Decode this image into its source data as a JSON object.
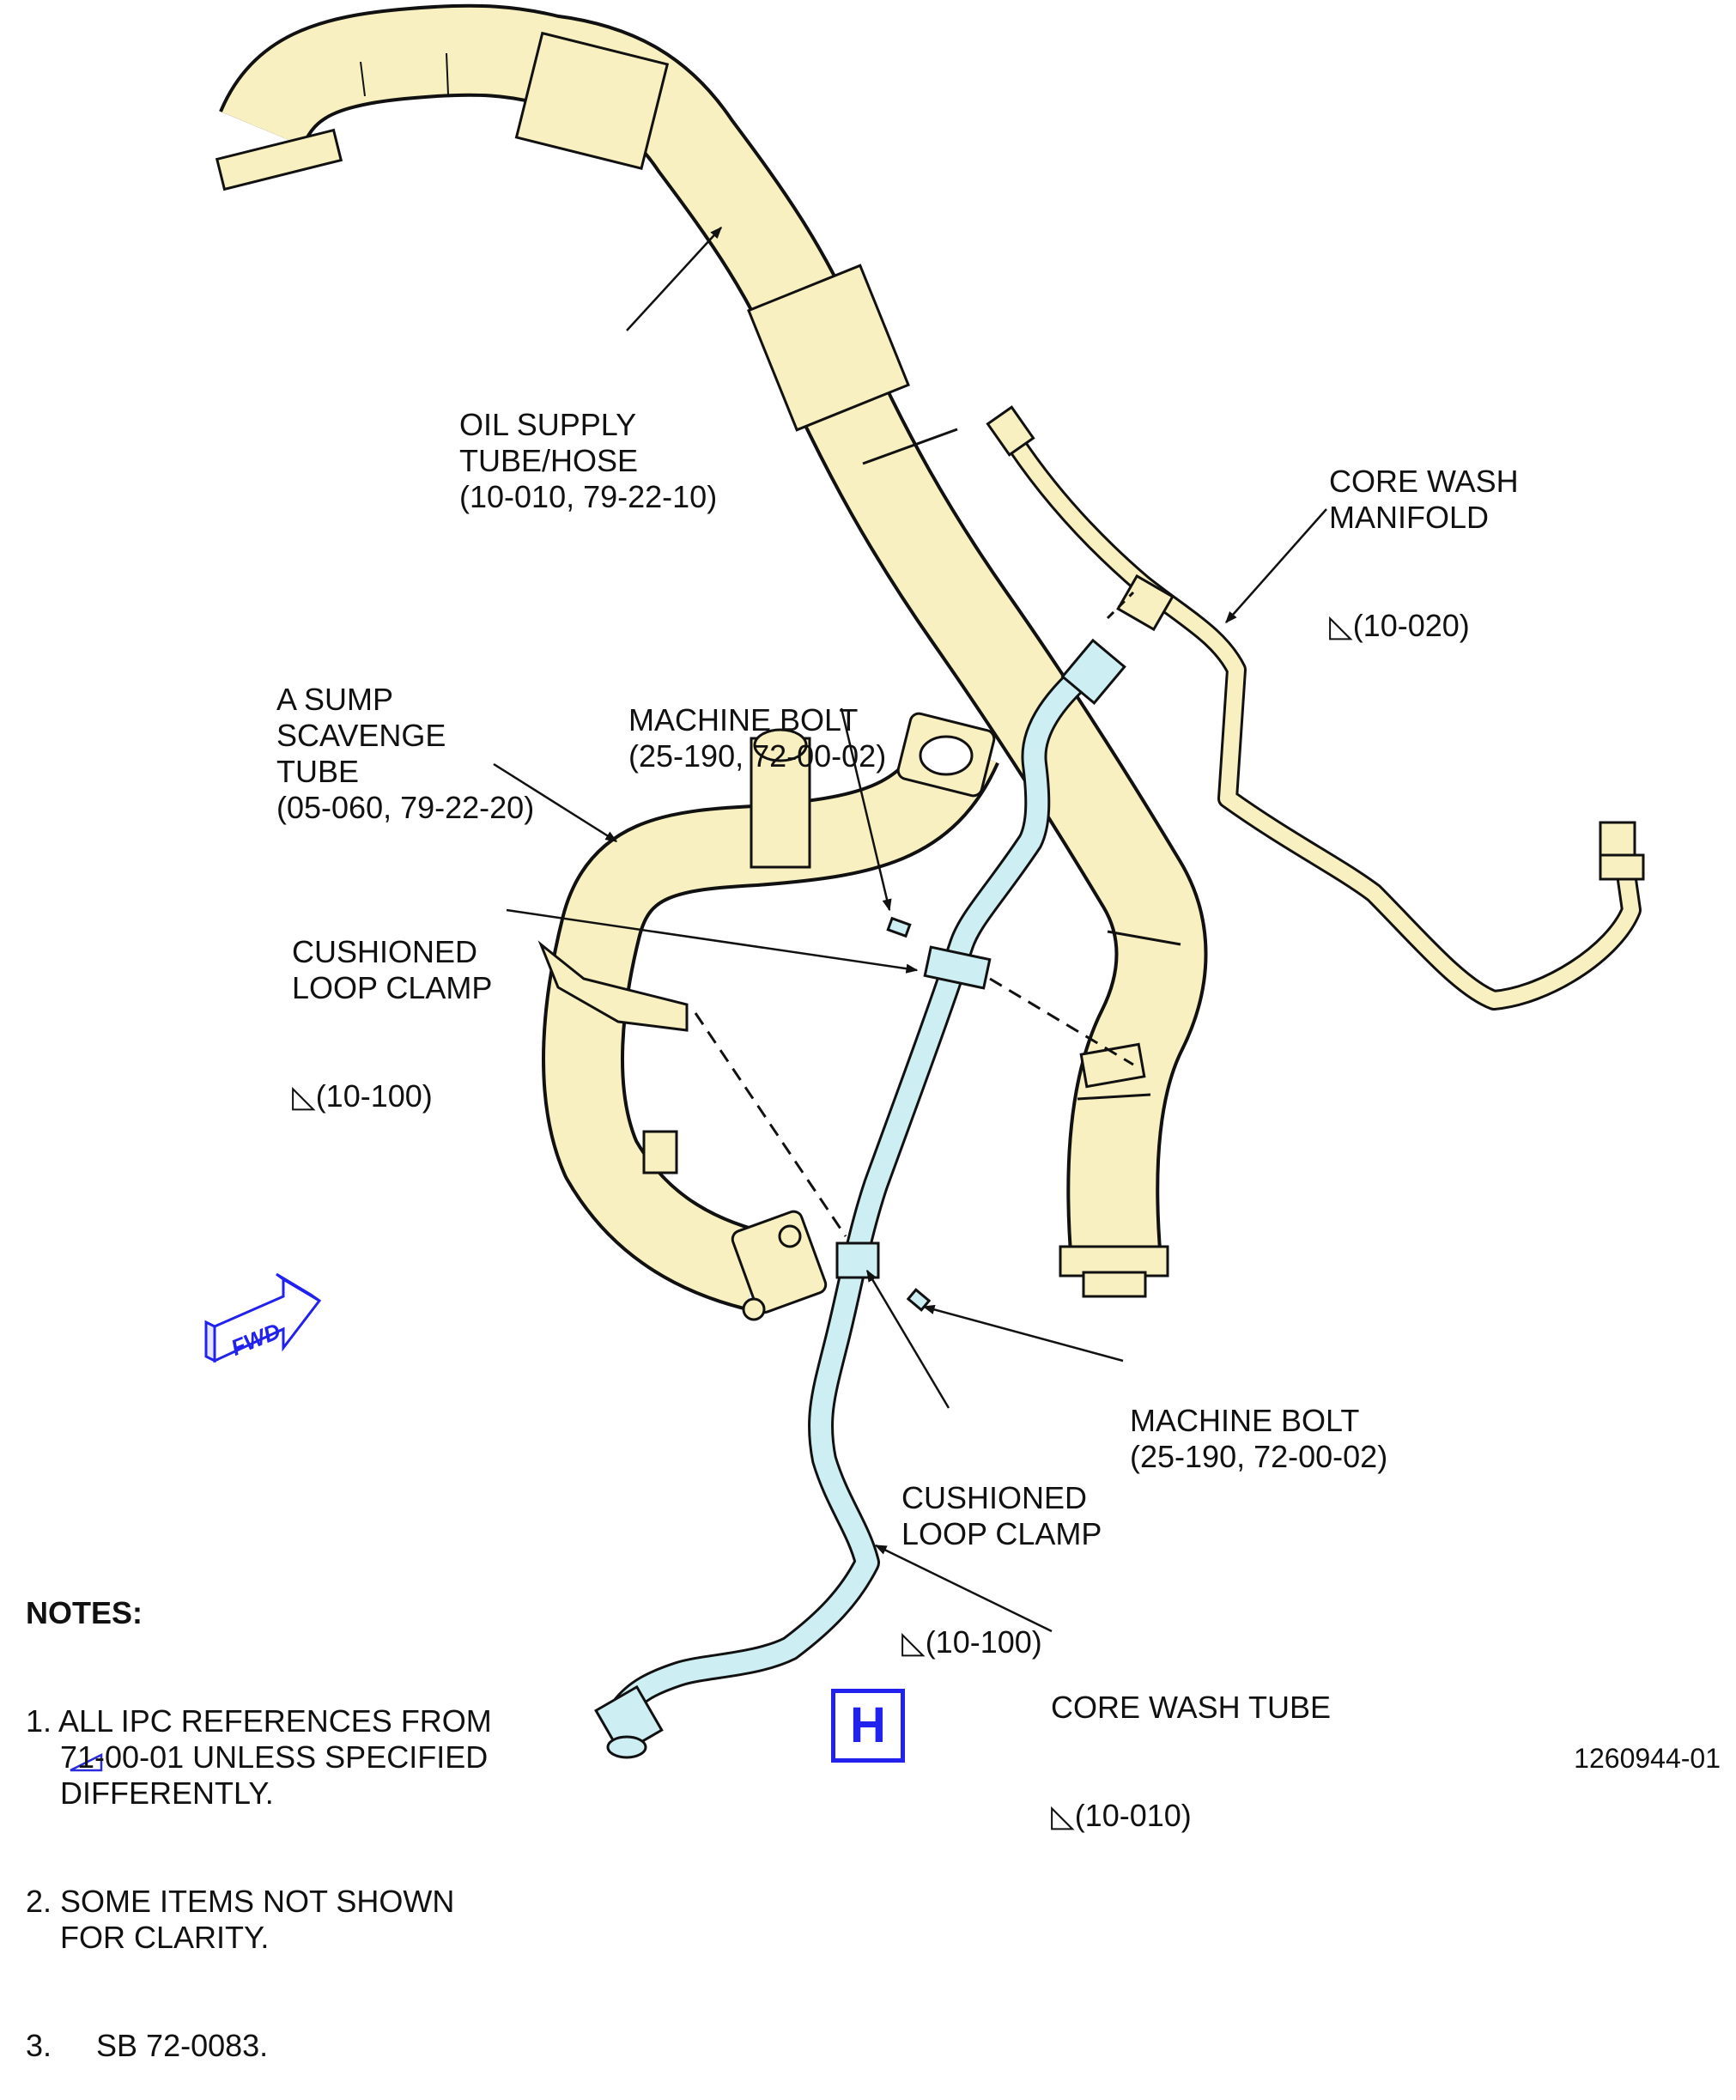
{
  "colors": {
    "oil_tube": "#f8f0c0",
    "core_wash_tube": "#cdeef3",
    "outline": "#111111",
    "accent_blue": "#2222ee"
  },
  "labels": {
    "oil_supply": [
      "OIL SUPPLY",
      "TUBE/HOSE",
      "(10-010, 79-22-10)"
    ],
    "core_wash_manifold": [
      "CORE WASH",
      "MANIFOLD",
      "(10-020)"
    ],
    "a_sump": [
      "A SUMP",
      "SCAVENGE",
      "TUBE",
      "(05-060, 79-22-20)"
    ],
    "machine_bolt_top": [
      "MACHINE BOLT",
      "(25-190, 72-00-02)"
    ],
    "cushioned_clamp_top": [
      "CUSHIONED",
      "LOOP CLAMP",
      "(10-100)"
    ],
    "machine_bolt_bottom": [
      "MACHINE BOLT",
      "(25-190, 72-00-02)"
    ],
    "cushioned_clamp_bottom": [
      "CUSHIONED",
      "LOOP CLAMP",
      "(10-100)"
    ],
    "core_wash_tube": [
      "CORE WASH TUBE",
      "(10-010)"
    ]
  },
  "fwd_arrow": {
    "text": "FWD",
    "icon": "fwd-arrow-icon"
  },
  "notes": {
    "title": "NOTES:",
    "items": [
      [
        "1. ALL IPC REFERENCES FROM",
        "    71-00-01 UNLESS SPECIFIED",
        "    DIFFERENTLY."
      ],
      [
        "2. SOME ITEMS NOT SHOWN",
        "    FOR CLARITY."
      ],
      [
        "3.",
        "SB 72-0083."
      ]
    ]
  },
  "view_letter": "H",
  "drawing_number": "1260944-01"
}
